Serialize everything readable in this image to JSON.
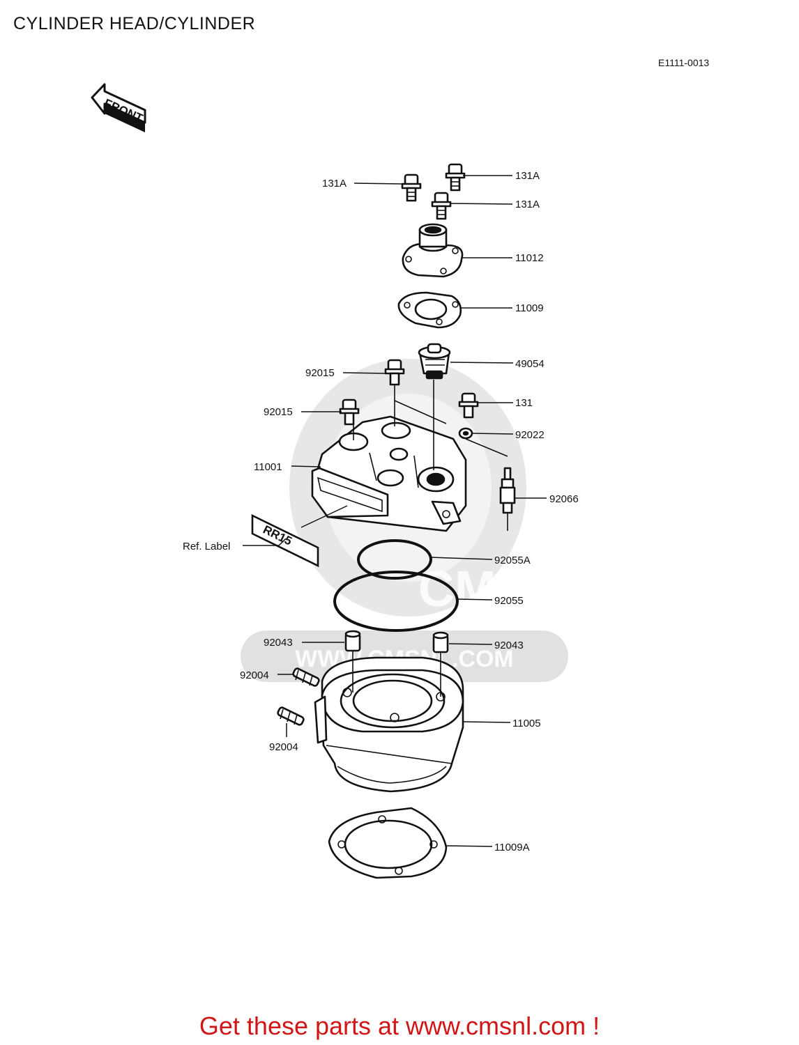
{
  "title": "CYLINDER HEAD/CYLINDER",
  "diagram_code": "E1111-0013",
  "front_arrow": "FRONT",
  "label_plate_text": "RR15",
  "watermark": {
    "brand": "CMS",
    "url": "WWW.CMSNL.COM"
  },
  "callouts": [
    {
      "id": "131a-left",
      "text": "131A"
    },
    {
      "id": "131a-top",
      "text": "131A"
    },
    {
      "id": "131a-right",
      "text": "131A"
    },
    {
      "id": "11012",
      "text": "11012"
    },
    {
      "id": "11009",
      "text": "11009"
    },
    {
      "id": "49054",
      "text": "49054"
    },
    {
      "id": "92015-top",
      "text": "92015"
    },
    {
      "id": "92015-left",
      "text": "92015"
    },
    {
      "id": "131",
      "text": "131"
    },
    {
      "id": "92022",
      "text": "92022"
    },
    {
      "id": "11001",
      "text": "11001"
    },
    {
      "id": "92066",
      "text": "92066"
    },
    {
      "id": "ref-label",
      "text": "Ref. Label"
    },
    {
      "id": "92055a",
      "text": "92055A"
    },
    {
      "id": "92055",
      "text": "92055"
    },
    {
      "id": "92043-left",
      "text": "92043"
    },
    {
      "id": "92043-right",
      "text": "92043"
    },
    {
      "id": "92004-upper",
      "text": "92004"
    },
    {
      "id": "92004-lower",
      "text": "92004"
    },
    {
      "id": "11005",
      "text": "11005"
    },
    {
      "id": "11009a",
      "text": "11009A"
    }
  ],
  "promo": "Get these parts at www.cmsnl.com !"
}
